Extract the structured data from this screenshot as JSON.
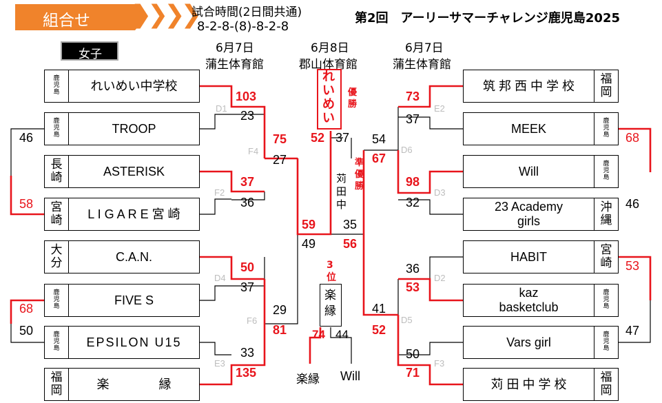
{
  "header": {
    "badge": "組合せ",
    "chevrons": "❯❯❯❯",
    "time_line1": "試合時間(2日間共通)",
    "time_line2": "8-2-8-(8)-8-2-8",
    "title": "第2回　アーリーサマーチャレンジ鹿児島2025"
  },
  "division": "女子",
  "venues": {
    "left": {
      "date": "6月7日",
      "hall": "蒲生体育館"
    },
    "center": {
      "date": "6月8日",
      "hall": "郡山体育館"
    },
    "right": {
      "date": "6月7日",
      "hall": "蒲生体育館"
    }
  },
  "left_teams": [
    {
      "pref": "鹿児島",
      "name": "れいめい中学校"
    },
    {
      "pref": "鹿児島",
      "name": "TROOP"
    },
    {
      "pref": "長崎",
      "name": "ASTERISK"
    },
    {
      "pref": "宮崎",
      "name": "L I G A R E 宮 崎"
    },
    {
      "pref": "大分",
      "name": "C.A.N."
    },
    {
      "pref": "鹿児島",
      "name": "FIVE S"
    },
    {
      "pref": "鹿児島",
      "name": "EPSILON  U15"
    },
    {
      "pref": "福岡",
      "name": "楽　　　　縁"
    }
  ],
  "right_teams": [
    {
      "pref": "福岡",
      "name": "筑 邦 西 中 学 校"
    },
    {
      "pref": "鹿児島",
      "name": "MEEK"
    },
    {
      "pref": "鹿児島",
      "name": "Will"
    },
    {
      "pref": "沖縄",
      "name": "23 Academy girls"
    },
    {
      "pref": "宮崎",
      "name": "HABIT"
    },
    {
      "pref": "鹿児島",
      "name": "kaz basketclub"
    },
    {
      "pref": "鹿児島",
      "name": "Vars  girl"
    },
    {
      "pref": "福岡",
      "name": "苅 田 中 学 校"
    }
  ],
  "games": {
    "D1": {
      "code": "D1",
      "top": "103",
      "bottom": "23"
    },
    "F2": {
      "code": "F2",
      "top": "37",
      "bottom": "36"
    },
    "F4": {
      "code": "F4",
      "top": "75",
      "bottom": "27"
    },
    "D4": {
      "code": "D4",
      "top": "50",
      "bottom": "37"
    },
    "E3": {
      "code": "E3",
      "top": "33",
      "bottom": "135"
    },
    "F6": {
      "code": "F6",
      "top": "29",
      "bottom": "81"
    },
    "L_side_top": {
      "a": "46",
      "b": "58"
    },
    "L_side_bottom": {
      "a": "68",
      "b": "50"
    },
    "SF_left": {
      "a": "59",
      "b": "49"
    },
    "E2": {
      "code": "E2",
      "top": "73",
      "bottom": "37"
    },
    "D3": {
      "code": "D3",
      "top": "98",
      "bottom": "32"
    },
    "D6": {
      "code": "D6",
      "top": "54",
      "bottom": "67"
    },
    "D2": {
      "code": "D2",
      "top": "36",
      "bottom": "53"
    },
    "F3": {
      "code": "F3",
      "top": "50",
      "bottom": "71"
    },
    "D5": {
      "code": "D5",
      "top": "41",
      "bottom": "52"
    },
    "R_side_top": {
      "a": "68",
      "b": "46"
    },
    "R_side_bottom": {
      "a": "53",
      "b": "47"
    },
    "SF_right": {
      "a": "35",
      "b": "56"
    },
    "final": {
      "left": "52",
      "right": "37"
    },
    "third": {
      "left": "74",
      "right": "44"
    }
  },
  "results": {
    "champion": "れいめい",
    "champion_label": "優勝",
    "runner_up": "苅田中",
    "runner_up_label": "準優勝",
    "third_label": "3位",
    "third_team": "楽縁",
    "third_left_team": "楽縁",
    "third_right_team": "Will"
  },
  "colors": {
    "accent": "#f0832b",
    "win_line": "#e8141b",
    "code_gray": "#bdbdbd"
  }
}
